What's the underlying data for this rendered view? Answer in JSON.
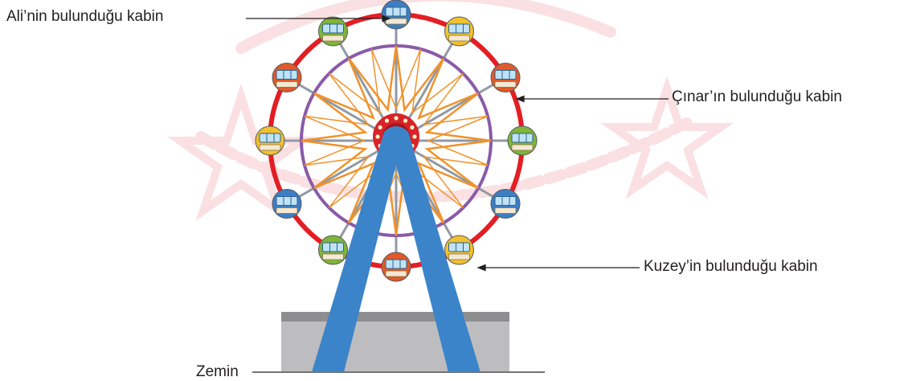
{
  "labels": {
    "ali": "Ali’nin bulunduğu kabin",
    "cinar": "Çınar’ın bulunduğu kabin",
    "kuzey": "Kuzey’in bulunduğu kabin",
    "zemin": "Zemin"
  },
  "wheel": {
    "cabin_count": 12,
    "cabin_colors": [
      "#3d7ec4",
      "#f2c12e",
      "#e05a2a",
      "#7fb539",
      "#3d7ec4",
      "#f2c12e",
      "#e05a2a",
      "#7fb539",
      "#3d7ec4",
      "#f2c12e",
      "#e05a2a",
      "#7fb539"
    ],
    "outer_rim_color": "#e31e24",
    "inner_rim_color": "#8a5ba8",
    "spoke_color": "#8f9aa5",
    "star_color": "#f0922b",
    "support_color": "#3b84c9",
    "base_color": "#bdbdbf"
  },
  "watermark": {
    "color": "#f7c8cb"
  }
}
